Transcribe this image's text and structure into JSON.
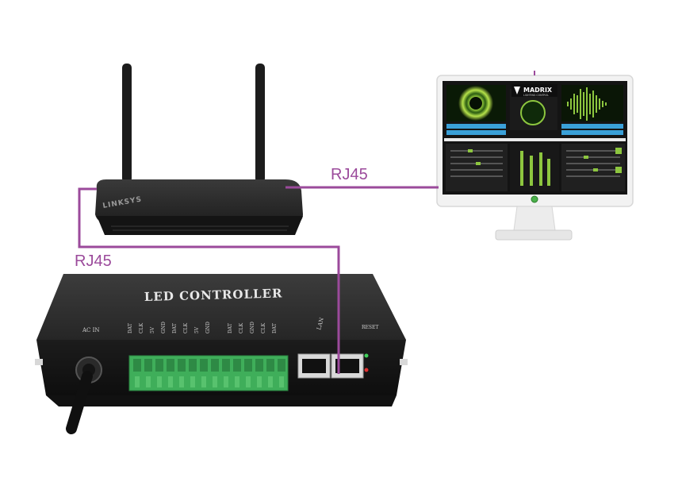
{
  "labels": {
    "router_to_monitor": "RJ45",
    "router_to_controller": "RJ45"
  },
  "router": {
    "brand": "LINKSYS"
  },
  "monitor": {
    "software_name": "MADRIX",
    "software_tagline": "LIGHTING CONTROL"
  },
  "controller": {
    "title": "LED CONTROLLER",
    "power_port_label": "AC IN",
    "terminal_labels": [
      "DAT",
      "CLK",
      "5V",
      "GND",
      "DAT",
      "CLK",
      "5V",
      "GND",
      "DAT",
      "CLK",
      "GND",
      "CLK",
      "DAT"
    ],
    "lan_label": "LAN",
    "status_label": "RESET"
  },
  "colors": {
    "cable": "#9b4a9b",
    "device_body": "#232323",
    "terminal_green": "#3fae5a",
    "screen_accent": "#8dc63f",
    "screen_blue": "#3aa0d8"
  }
}
